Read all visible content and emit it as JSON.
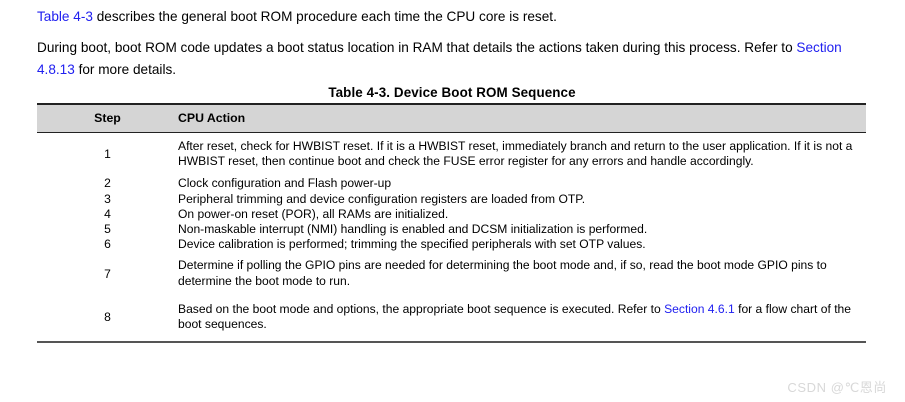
{
  "document": {
    "paragraphs": [
      {
        "id": "p1",
        "segments": [
          {
            "text": "Table 4-3",
            "link": true
          },
          {
            "text": " describes the general boot ROM procedure each time the CPU core is reset.",
            "link": false
          }
        ]
      },
      {
        "id": "p2",
        "segments": [
          {
            "text": "During boot, boot ROM code updates a boot status location in RAM that details the actions taken during this process. Refer to ",
            "link": false
          },
          {
            "text": "Section 4.8.13",
            "link": true
          },
          {
            "text": " for more details.",
            "link": false
          }
        ]
      }
    ],
    "table": {
      "title": "Table 4-3. Device Boot ROM Sequence",
      "columns": [
        "Step",
        "CPU Action"
      ],
      "rows": [
        {
          "step": "1",
          "action_segments": [
            {
              "text": "After reset, check for HWBIST reset. If it is a HWBIST reset, immediately branch and return to the user application. If it is not a HWBIST reset, then continue boot and check the FUSE error register for any errors and handle accordingly.",
              "link": false
            }
          ]
        },
        {
          "step": "2",
          "action_segments": [
            {
              "text": "Clock configuration and Flash power-up",
              "link": false
            }
          ]
        },
        {
          "step": "3",
          "action_segments": [
            {
              "text": "Peripheral trimming and device configuration registers are loaded from OTP.",
              "link": false
            }
          ]
        },
        {
          "step": "4",
          "action_segments": [
            {
              "text": "On power-on reset (POR), all RAMs are initialized.",
              "link": false
            }
          ]
        },
        {
          "step": "5",
          "action_segments": [
            {
              "text": "Non-maskable interrupt (NMI) handling is enabled and DCSM initialization is performed.",
              "link": false
            }
          ]
        },
        {
          "step": "6",
          "action_segments": [
            {
              "text": "Device calibration is performed; trimming the specified peripherals with set OTP values.",
              "link": false
            }
          ]
        },
        {
          "step": "7",
          "action_segments": [
            {
              "text": "Determine if polling the GPIO pins are needed for determining the boot mode and, if so, read the boot mode GPIO pins to determine the boot mode to run.",
              "link": false
            }
          ]
        },
        {
          "step": "8",
          "action_segments": [
            {
              "text": "Based on the boot mode and options, the appropriate boot sequence is executed. Refer to ",
              "link": false
            },
            {
              "text": "Section 4.6.1",
              "link": true
            },
            {
              "text": " for a flow chart of the boot sequences.",
              "link": false
            }
          ]
        }
      ]
    },
    "watermark": "CSDN @℃恩尚",
    "colors": {
      "link": "#2020f0",
      "header_background": "#d5d5d5",
      "rule": "#222222",
      "text": "#000000",
      "watermark": "#d8d8d8"
    }
  }
}
